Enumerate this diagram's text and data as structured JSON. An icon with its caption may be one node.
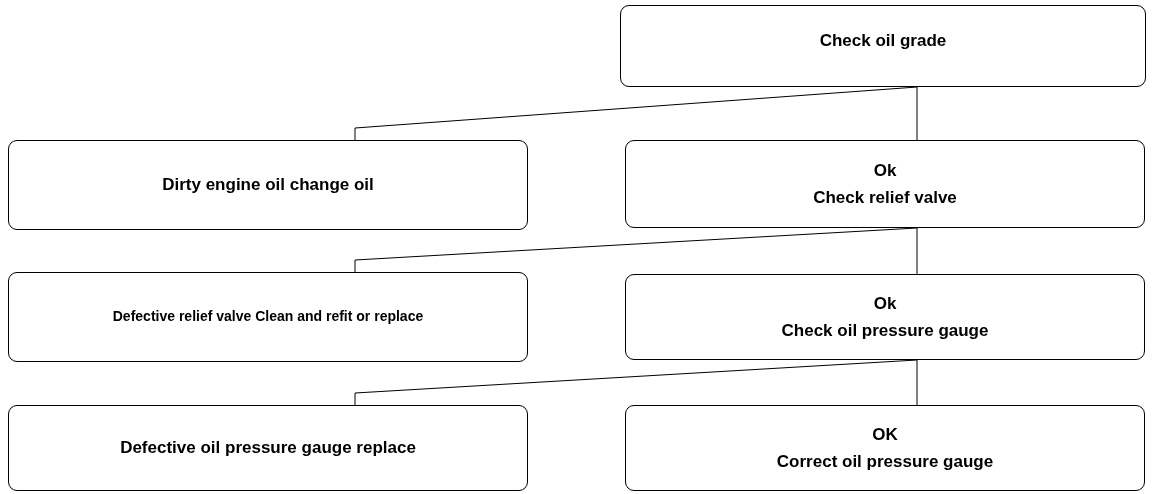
{
  "diagram": {
    "nodes": [
      {
        "text": [
          "Check oil grade"
        ]
      },
      {
        "text": [
          "Dirty engine oil change oil"
        ]
      },
      {
        "text": [
          "Ok",
          "Check relief valve"
        ]
      },
      {
        "text": [
          "Defective relief valve Clean and refit or replace"
        ]
      },
      {
        "text": [
          "Ok",
          "Check oil pressure gauge"
        ]
      },
      {
        "text": [
          "Defective oil pressure gauge replace"
        ]
      },
      {
        "text": [
          "OK",
          "Correct oil pressure gauge"
        ]
      }
    ],
    "edges": [
      {
        "from": 0,
        "to": 1,
        "arrow": "none"
      },
      {
        "from": 0,
        "to": 2,
        "arrow": "none"
      },
      {
        "from": 2,
        "to": 3,
        "arrow": "none"
      },
      {
        "from": 2,
        "to": 4,
        "arrow": "none"
      },
      {
        "from": 4,
        "to": 5,
        "arrow": "none"
      },
      {
        "from": 4,
        "to": 6,
        "arrow": "none"
      }
    ]
  }
}
